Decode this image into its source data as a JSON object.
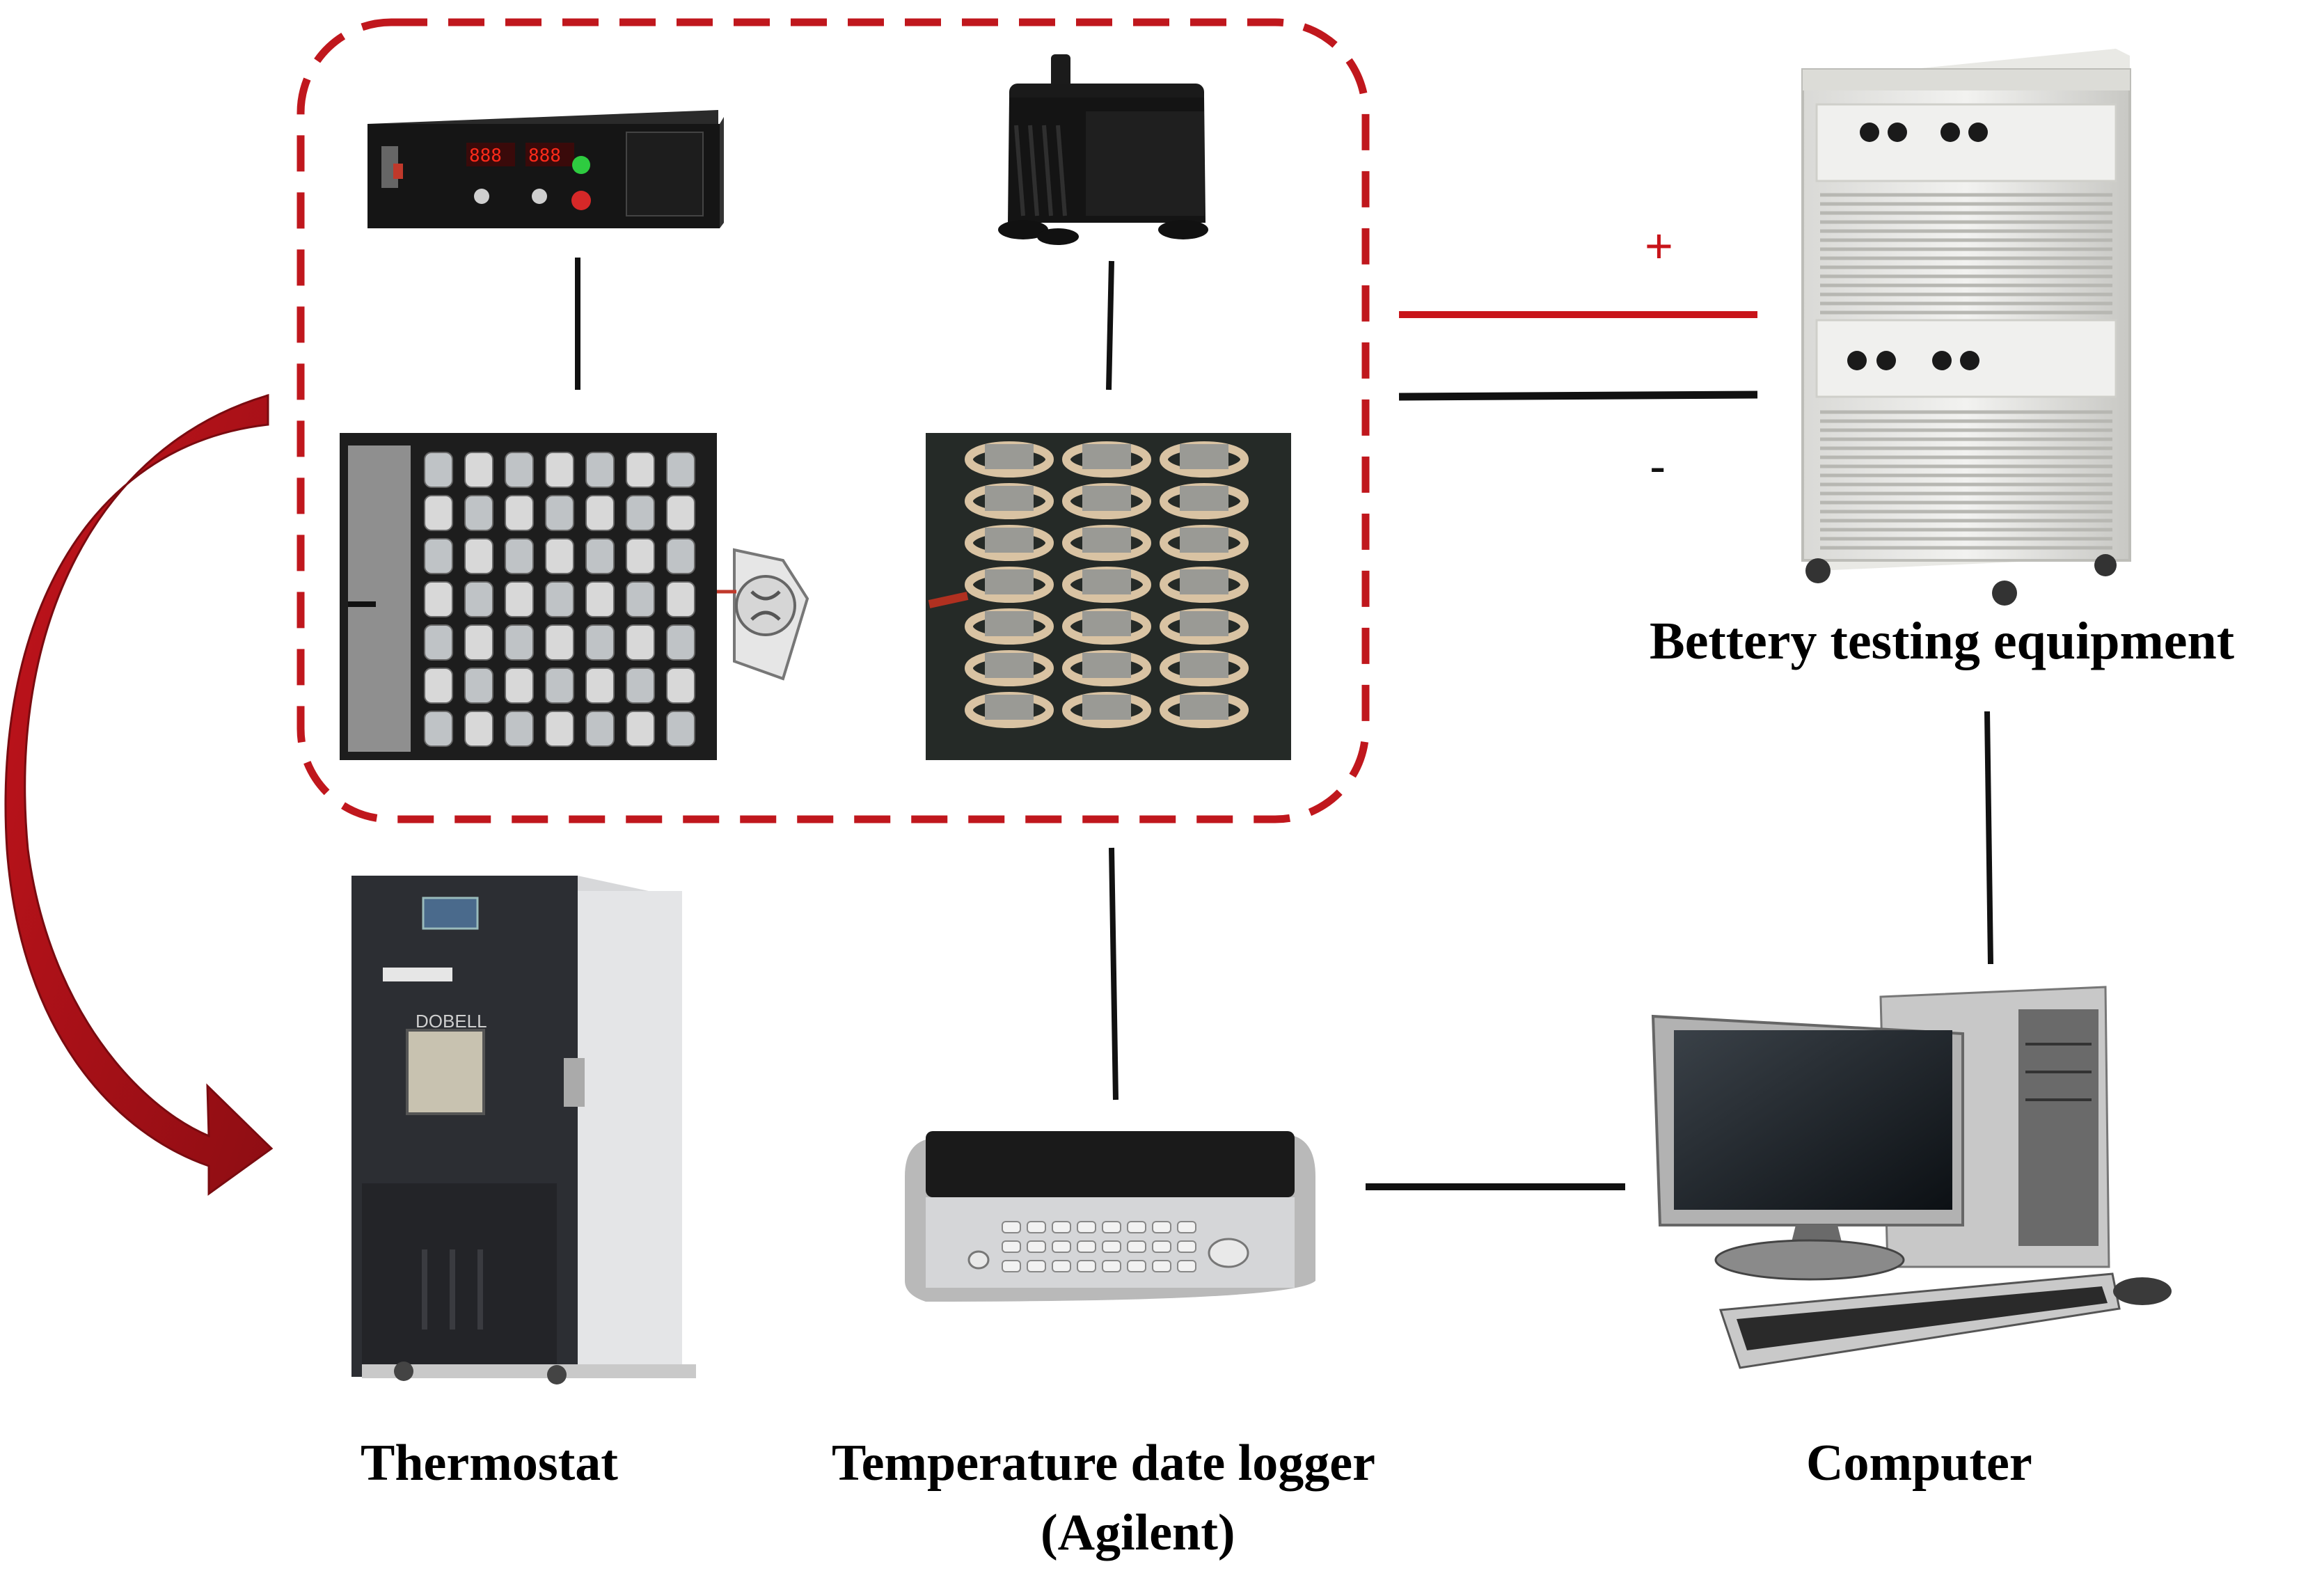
{
  "labels": {
    "battery_testing": "Bettery testing equipment",
    "thermostat": "Thermostat",
    "logger_line1": "Temperature date logger",
    "logger_line2": "(Agilent)",
    "computer": "Computer"
  },
  "signs": {
    "plus": "+",
    "minus": "-"
  },
  "device_text": {
    "chamber_brand": "DOBELL"
  },
  "colors": {
    "dashed_box": "#c0171d",
    "positive_line": "#c8141a",
    "arrow": "#b8121a",
    "wire": "#111111"
  }
}
